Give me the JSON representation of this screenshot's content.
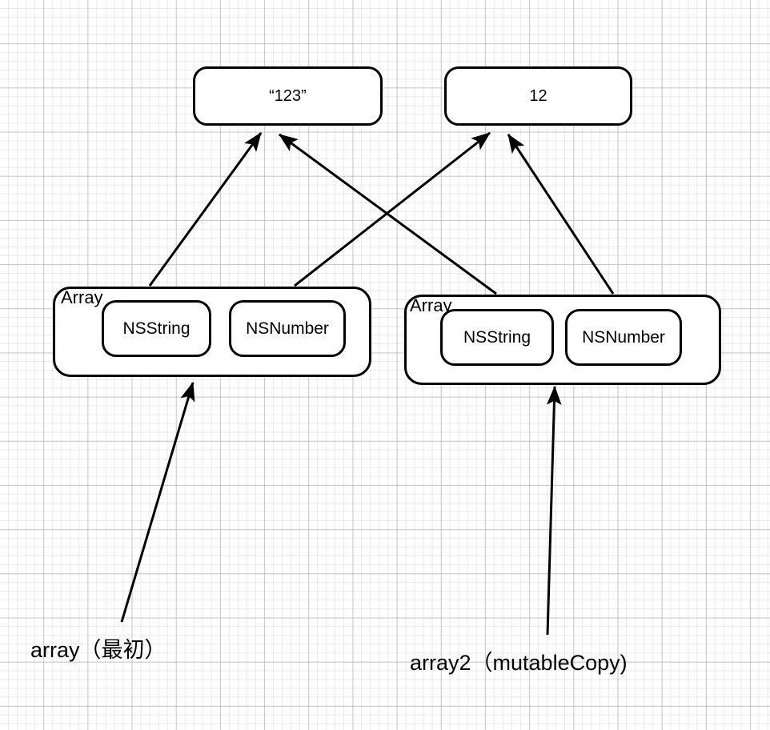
{
  "diagram": {
    "title": "NSArray mutableCopy shallow copy diagram",
    "background": "grid-paper",
    "stroke_color": "#000000",
    "fill_color": "#ffffff"
  },
  "value_nodes": [
    {
      "id": "str-value",
      "label": "“123”"
    },
    {
      "id": "num-value",
      "label": "12"
    }
  ],
  "arrays": [
    {
      "id": "array-1",
      "container_label": "Array",
      "elements": [
        {
          "id": "a1-nsstring",
          "label": "NSString"
        },
        {
          "id": "a1-nsnumber",
          "label": "NSNumber"
        }
      ],
      "caption": "array（最初）"
    },
    {
      "id": "array-2",
      "container_label": "Array",
      "elements": [
        {
          "id": "a2-nsstring",
          "label": "NSString"
        },
        {
          "id": "a2-nsnumber",
          "label": "NSNumber"
        }
      ],
      "caption": "array2（mutableCopy)"
    }
  ],
  "edges": [
    {
      "from": "array-1-nsstring",
      "to": "str-value"
    },
    {
      "from": "array-1-nsnumber",
      "to": "num-value"
    },
    {
      "from": "array-2-nsstring",
      "to": "str-value"
    },
    {
      "from": "array-2-nsnumber",
      "to": "num-value"
    },
    {
      "from": "array-caption-1",
      "to": "array-1"
    },
    {
      "from": "array-caption-2",
      "to": "array-2"
    }
  ]
}
